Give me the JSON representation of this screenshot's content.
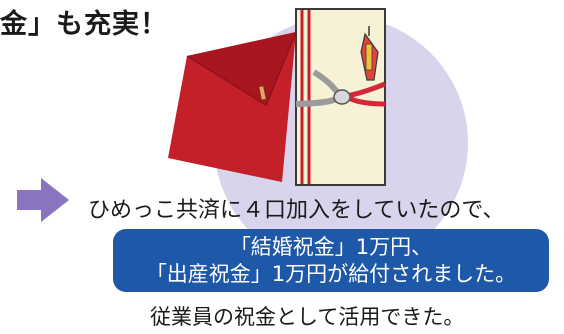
{
  "heading": {
    "text": "金」も充実！"
  },
  "message": {
    "lead": "ひめっこ共済に４口加入をしていたので、",
    "banner_line1": "「結婚祝金」1万円、",
    "banner_line2": "「出産祝金」1万円が給付されました。",
    "footer": "従業員の祝金として活用できた。"
  },
  "icons": {
    "illustration": "envelope-and-noshi-icon",
    "arrow": "arrow-right-icon"
  },
  "colors": {
    "banner": "#1e58a8",
    "arrow": "#8a74c0",
    "circle": "#d8d4ec",
    "envelope": "#c3202a",
    "noshi_paper": "#f7f1d6"
  }
}
